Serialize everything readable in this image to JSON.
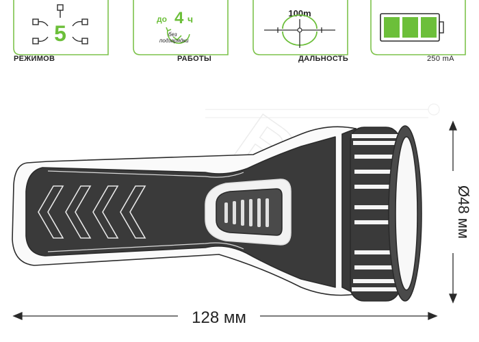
{
  "badges": {
    "modes": {
      "number": "5",
      "label": "РЕЖИМОВ"
    },
    "runtime": {
      "prefix": "до",
      "number": "4",
      "unit": "ч",
      "note_line1": "без",
      "note_line2": "подзарядки",
      "label": "РАБОТЫ"
    },
    "range": {
      "value": "100m",
      "label": "ДАЛЬНОСТЬ"
    },
    "battery": {
      "label": "250 mA"
    }
  },
  "dimensions": {
    "length": "128 мм",
    "diameter": "Ø48 мм"
  },
  "watermark": "ВКИ",
  "colors": {
    "accent": "#6cbf3a",
    "outline": "#2a2a2a",
    "badge_border": "#7cc24a"
  }
}
